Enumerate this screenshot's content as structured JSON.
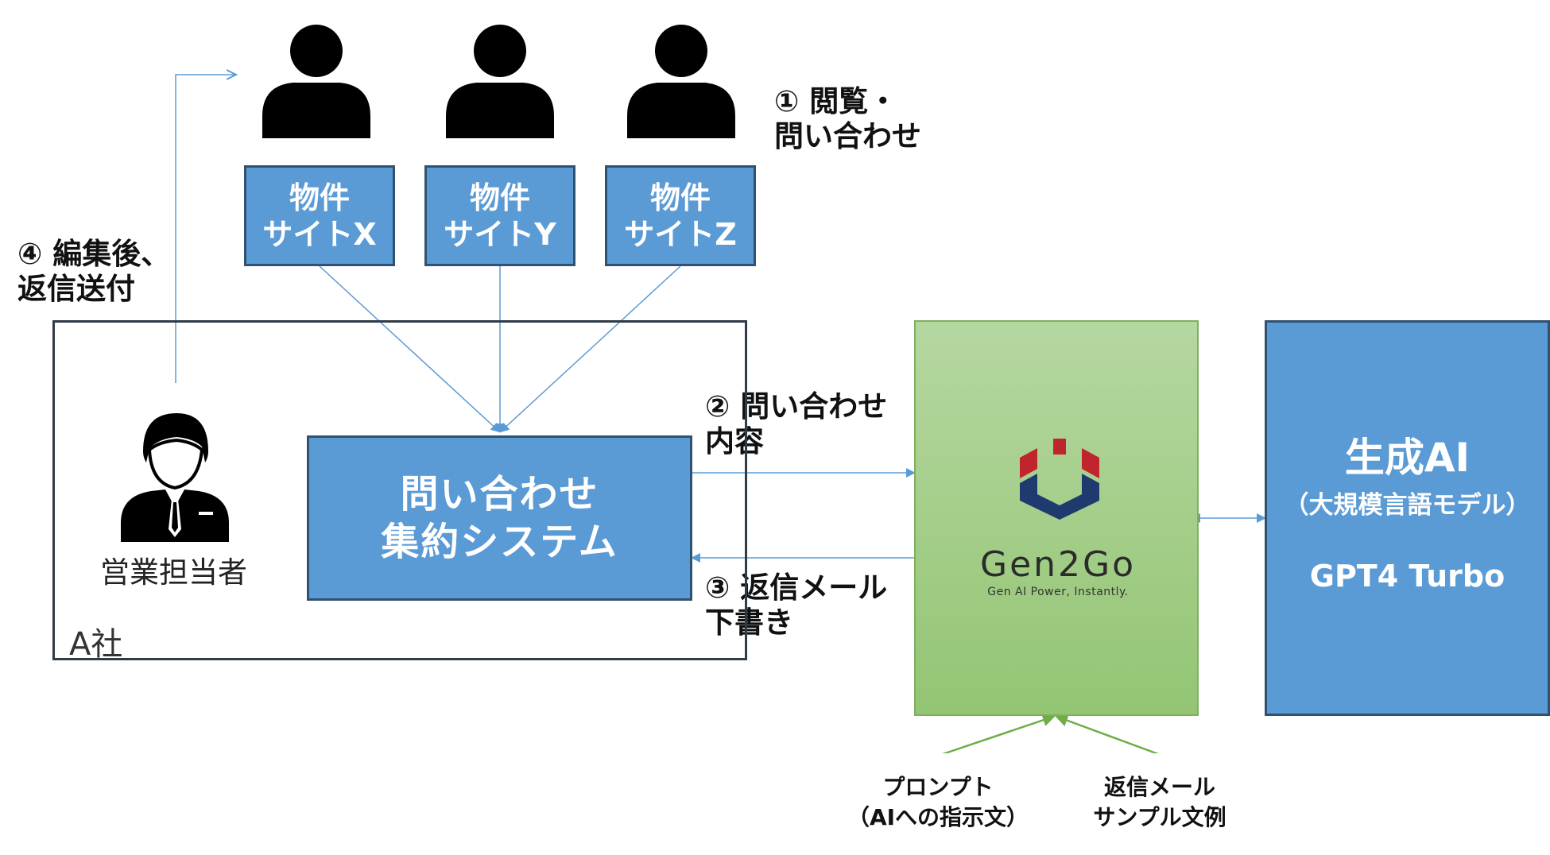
{
  "steps": {
    "step1": "① 閲覧・\n問い合わせ",
    "step2": "② 問い合わせ\n内容",
    "step3": "③ 返信メール\n下書き",
    "step4": "④ 編集後、\n返信送付"
  },
  "users": [
    {
      "icon": "user-icon",
      "site_label": "物件\nサイトX"
    },
    {
      "icon": "user-icon",
      "site_label": "物件\nサイトY"
    },
    {
      "icon": "user-icon",
      "site_label": "物件\nサイトZ"
    }
  ],
  "company": {
    "label": "A社",
    "staff_label": "営業担当者",
    "staff_icon": "businessman-icon",
    "system_label": "問い合わせ\n集約システム"
  },
  "gen2go": {
    "logo_icon": "gen2go-hexagon-logo-icon",
    "name": "Gen2Go",
    "tagline": "Gen AI Power, Instantly."
  },
  "llm": {
    "title": "生成AI",
    "subtitle": "（大規模言語モデル）",
    "model": "GPT4 Turbo"
  },
  "inputs": [
    {
      "label": "プロンプト\n（AIへの指示文）"
    },
    {
      "label": "返信メール\nサンプル文例"
    }
  ],
  "colors": {
    "box_blue": "#5b9bd5",
    "box_border": "#2f5272",
    "arrow_blue": "#5b9bd5",
    "gen2go_green": "#a9d18e",
    "input_border": "#70ad47",
    "logo_red": "#c0252d",
    "logo_navy": "#1f3a6e"
  }
}
